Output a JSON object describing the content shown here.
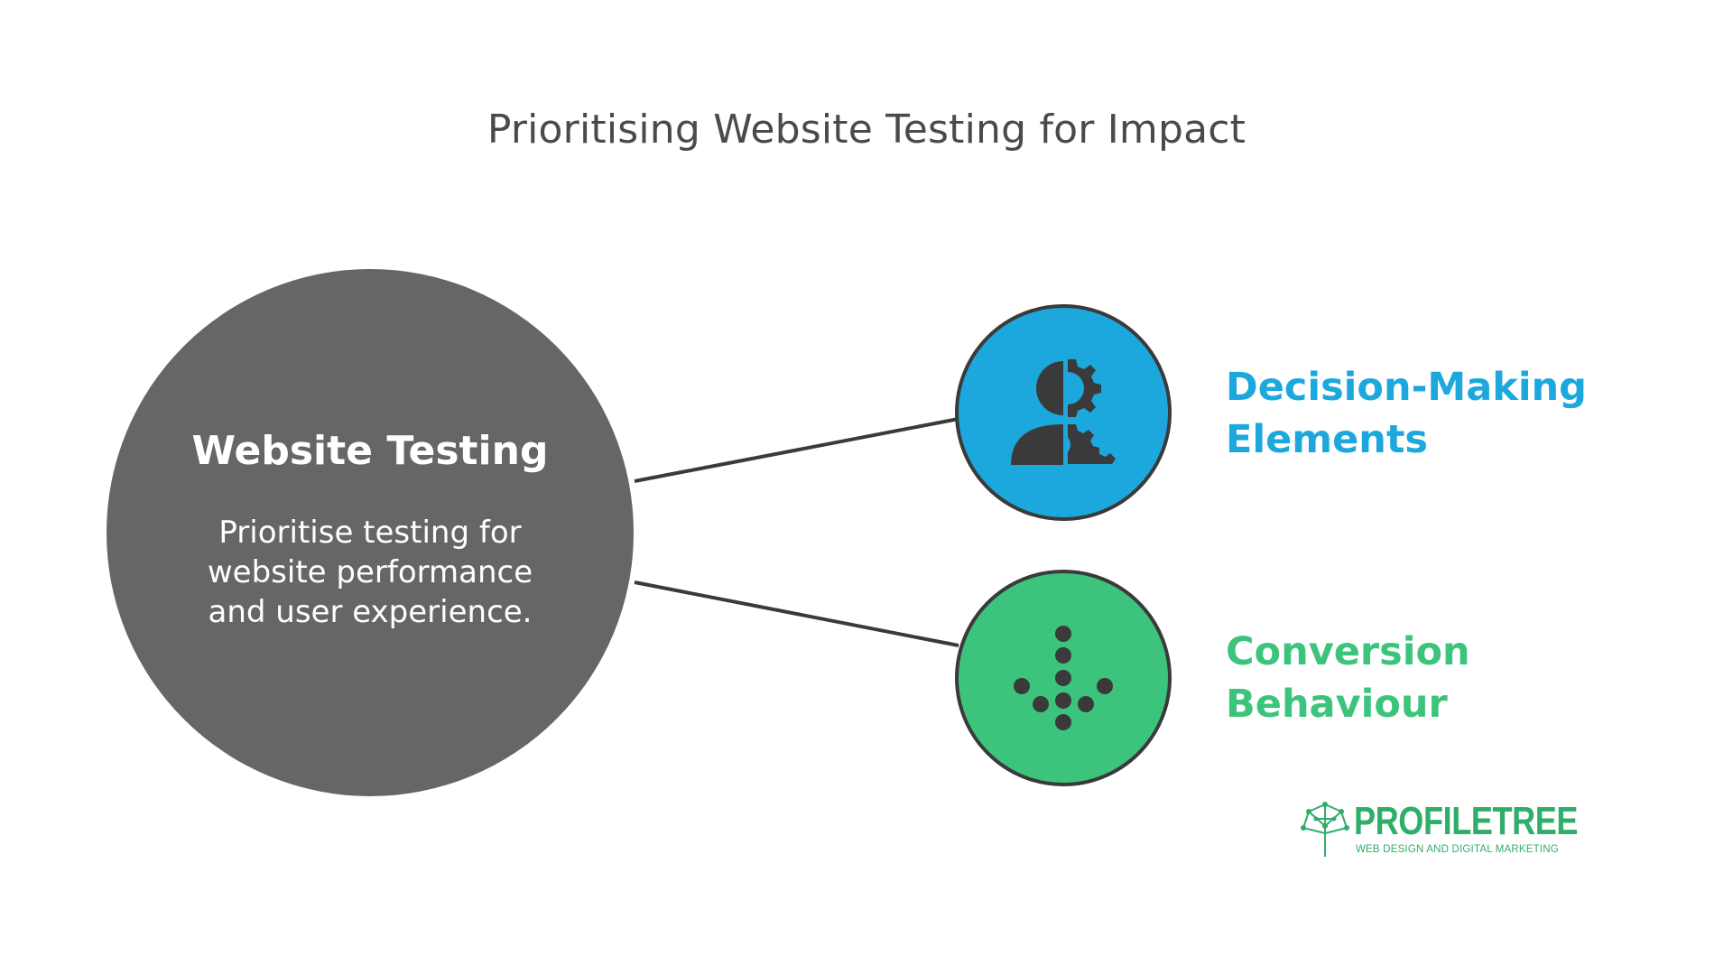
{
  "title": "Prioritising Website Testing for Impact",
  "main": {
    "heading": "Website Testing",
    "description": "Prioritise testing for website performance and user experience.",
    "color": "#666666"
  },
  "branches": [
    {
      "label_line1": "Decision-Making",
      "label_line2": "Elements",
      "color": "#1da8dd",
      "icon": "person-gear-icon"
    },
    {
      "label_line1": "Conversion",
      "label_line2": "Behaviour",
      "color": "#3cc47c",
      "icon": "dotted-arrow-down-icon"
    }
  ],
  "logo": {
    "wordmark": "PROFILETREE",
    "tagline": "WEB DESIGN AND DIGITAL MARKETING",
    "color": "#2fae6a",
    "icon": "tree-network-icon"
  }
}
